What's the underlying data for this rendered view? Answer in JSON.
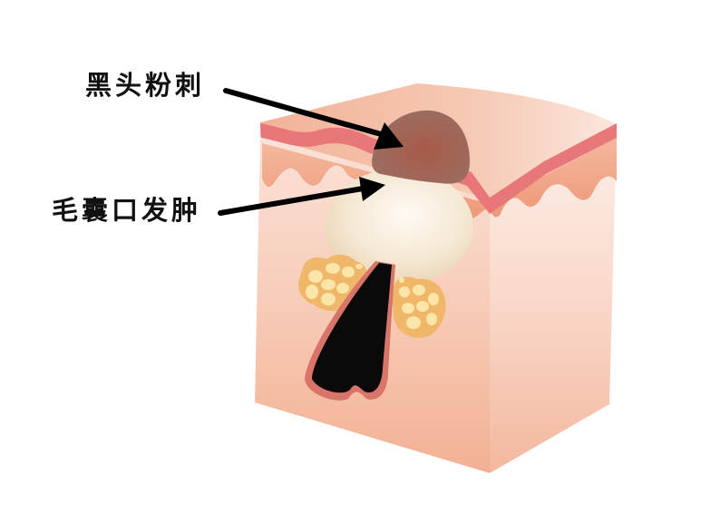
{
  "diagram": {
    "type": "skin-cross-section-illustration",
    "labels": {
      "blackhead": "黑头粉刺",
      "follicle_swelling": "毛囊口发肿"
    },
    "colors": {
      "background": "#ffffff",
      "skin_top": "#f4bfa6",
      "skin_front": "#f6c4af",
      "skin_right": "#f8d4c6",
      "epidermis_band": "#e8777a",
      "dermis_wave": "#ef9f80",
      "blackhead": "#9a6558",
      "whitehead": "#f3e4cc",
      "sebaceous_gland": "#f0b76a",
      "sebaceous_cells": "#fbe5a8",
      "hair": "#0a0a0a",
      "hair_sheath": "#d97468",
      "arrow": "#000000",
      "label_text": "#111111"
    }
  }
}
